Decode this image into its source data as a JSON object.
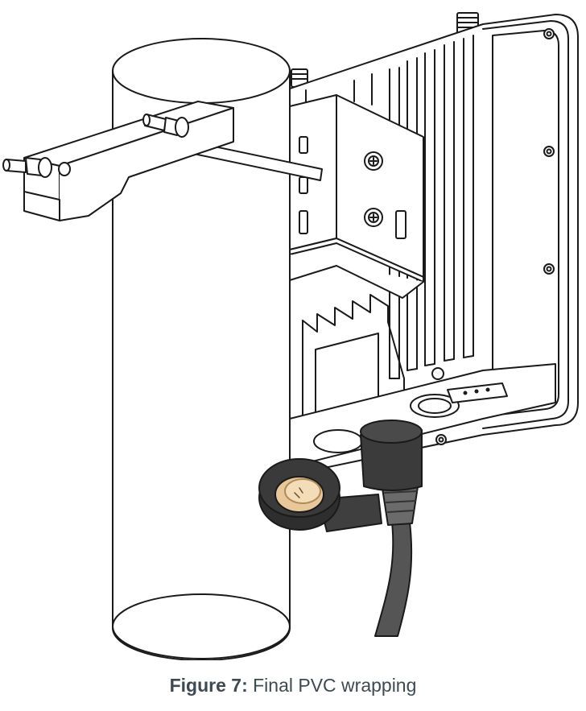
{
  "caption": {
    "label": "Figure 7:",
    "text": "Final PVC wrapping"
  },
  "illustration": {
    "subject": "pole-mounted radio with PVC tape wrapped cable",
    "tape_color": "#e8c79a",
    "outline_color": "#1a1a1a",
    "cable_color": "#555555"
  }
}
